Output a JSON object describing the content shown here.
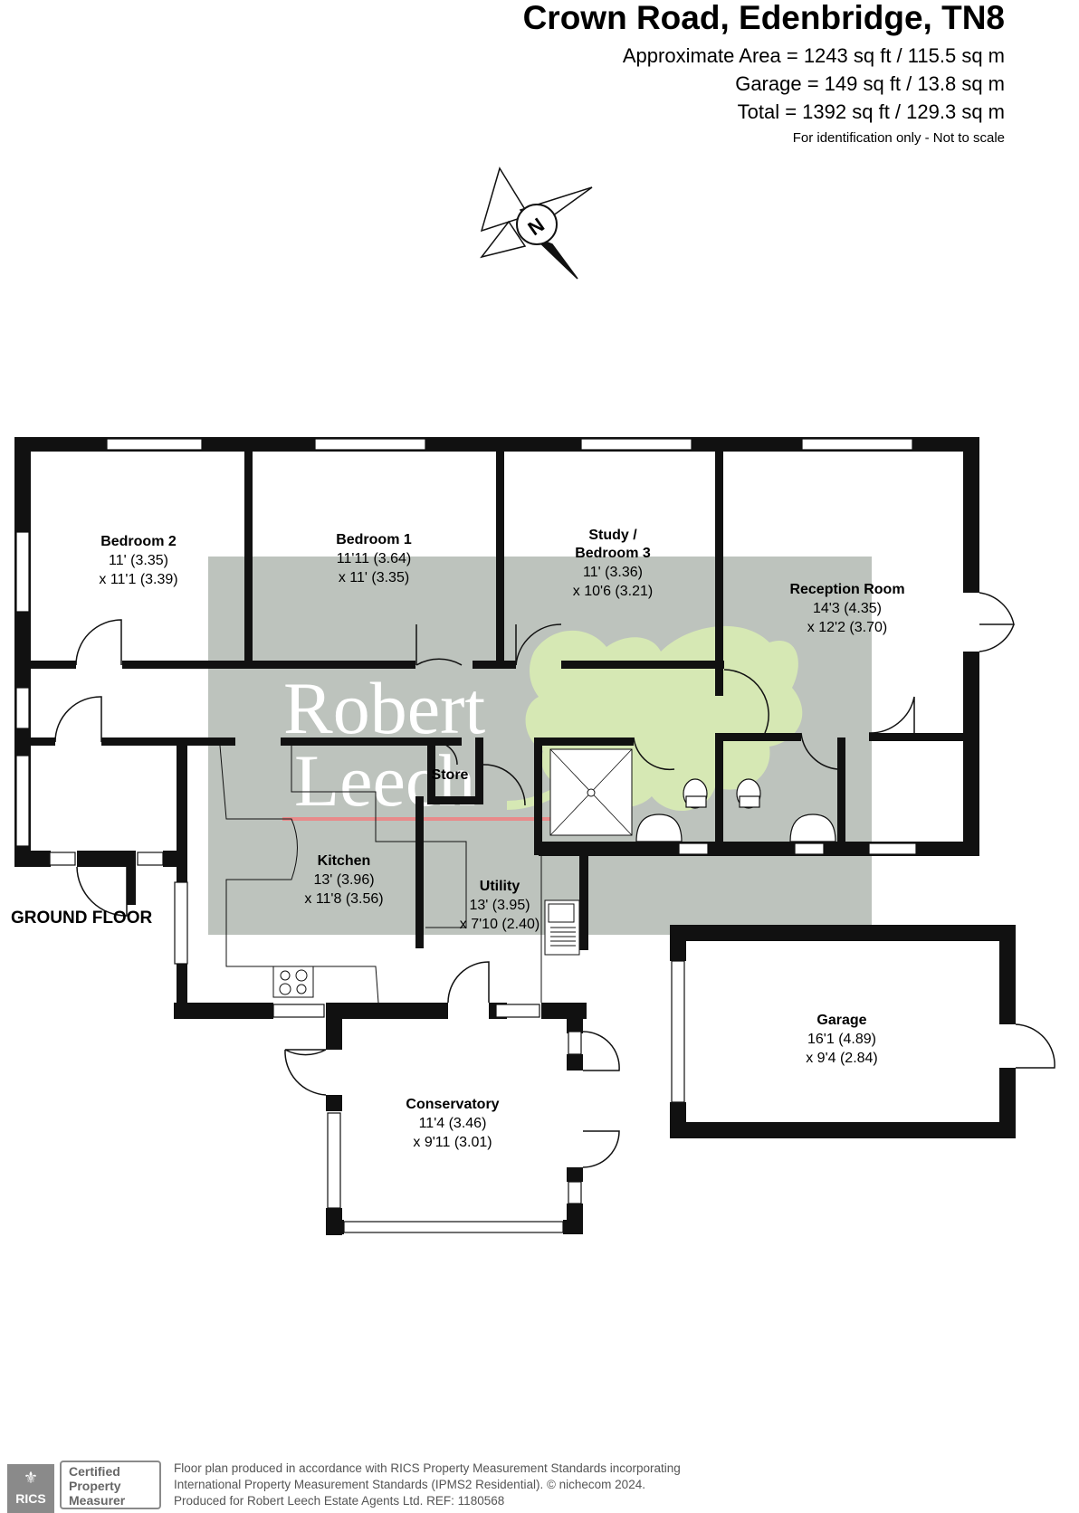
{
  "header": {
    "title": "Crown Road, Edenbridge, TN8",
    "approx_area": "Approximate Area = 1243 sq ft / 115.5 sq m",
    "garage_area": "Garage = 149 sq ft / 13.8 sq m",
    "total_area": "Total = 1392 sq ft / 129.3 sq m",
    "disclaimer": "For identification only - Not to scale"
  },
  "compass": {
    "label": "N"
  },
  "floor_label": "GROUND FLOOR",
  "rooms": {
    "bedroom2": {
      "name": "Bedroom 2",
      "dim1": "11' (3.35)",
      "dim2": "x 11'1 (3.39)"
    },
    "bedroom1": {
      "name": "Bedroom 1",
      "dim1": "11'11 (3.64)",
      "dim2": "x 11' (3.35)"
    },
    "study": {
      "name1": "Study /",
      "name2": "Bedroom 3",
      "dim1": "11' (3.36)",
      "dim2": "x 10'6 (3.21)"
    },
    "reception": {
      "name": "Reception Room",
      "dim1": "14'3 (4.35)",
      "dim2": "x 12'2 (3.70)"
    },
    "store": {
      "name": "Store"
    },
    "kitchen": {
      "name": "Kitchen",
      "dim1": "13' (3.96)",
      "dim2": "x 11'8 (3.56)"
    },
    "utility": {
      "name": "Utility",
      "dim1": "13' (3.95)",
      "dim2": "x 7'10 (2.40)"
    },
    "garage": {
      "name": "Garage",
      "dim1": "16'1 (4.89)",
      "dim2": "x 9'4 (2.84)"
    },
    "conservatory": {
      "name": "Conservatory",
      "dim1": "11'4 (3.46)",
      "dim2": "x 9'11 (3.01)"
    }
  },
  "watermark": {
    "line1": "Robert",
    "line2": "Leech"
  },
  "footer": {
    "line1": "Floor plan produced in accordance with RICS Property Measurement Standards incorporating",
    "line2": "International Property Measurement Standards (IPMS2 Residential).   © nichecom 2024.",
    "line3": "Produced for Robert Leech Estate Agents Ltd.   REF: 1180568",
    "rics_logo": "RICS",
    "badge_line1": "Certified",
    "badge_line2": "Property",
    "badge_line3": "Measurer"
  },
  "colors": {
    "wall": "#111111",
    "watermark_box": "#bdc3bd",
    "leaf": "#d6e8b4",
    "accent_line": "#e88a8a"
  }
}
